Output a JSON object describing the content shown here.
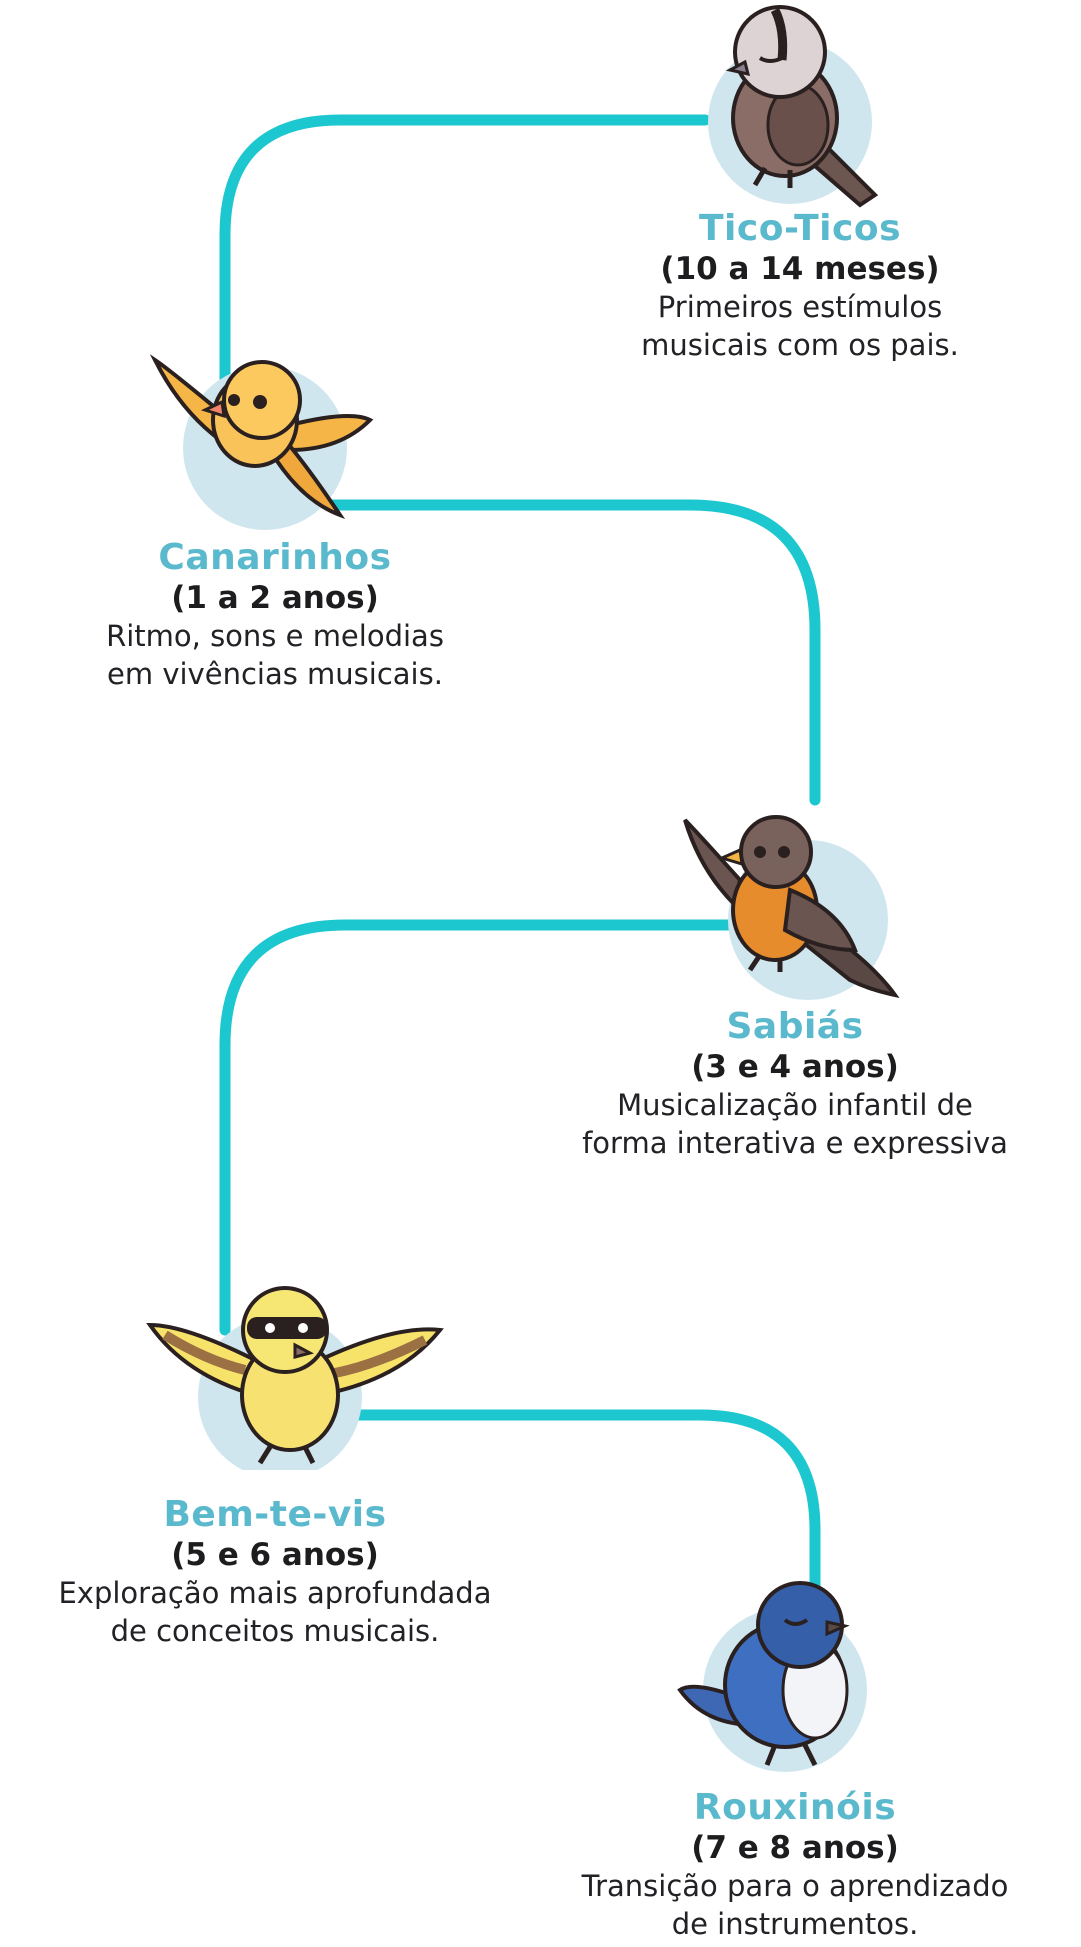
{
  "colors": {
    "path": "#1cc7cf",
    "circle": "#cfe6ee",
    "title": "#5ab9cc"
  },
  "stages": [
    {
      "title": "Tico-Ticos",
      "age": "(10 a 14 meses)",
      "desc_line1": "Primeiros estímulos",
      "desc_line2": "musicais com os pais.",
      "bird_icon": "sparrow-bird-icon"
    },
    {
      "title": "Canarinhos",
      "age": "(1 a 2 anos)",
      "desc_line1": "Ritmo, sons e melodias",
      "desc_line2": "em vivências musicais.",
      "bird_icon": "canary-bird-icon"
    },
    {
      "title": "Sabiás",
      "age": "(3 e 4 anos)",
      "desc_line1": "Musicalização infantil de",
      "desc_line2": "forma interativa e expressiva",
      "bird_icon": "thrush-bird-icon"
    },
    {
      "title": "Bem-te-vis",
      "age": "(5 e 6 anos)",
      "desc_line1": "Exploração mais aprofundada",
      "desc_line2": "de conceitos musicais.",
      "bird_icon": "kiskadee-bird-icon"
    },
    {
      "title": "Rouxinóis",
      "age": "(7 e 8 anos)",
      "desc_line1": "Transição para o aprendizado",
      "desc_line2": "de instrumentos.",
      "bird_icon": "nightingale-bird-icon"
    }
  ]
}
